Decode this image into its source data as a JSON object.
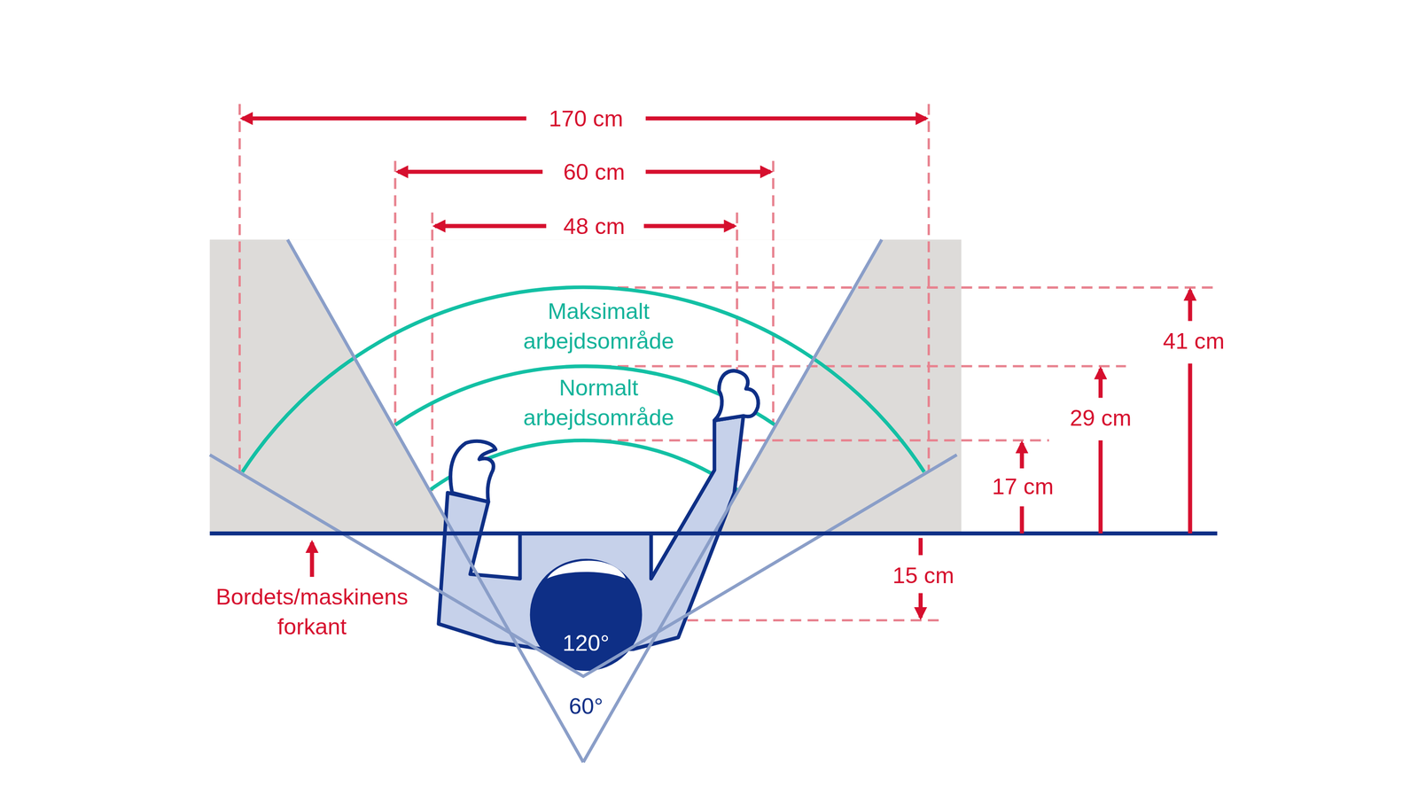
{
  "diagram": {
    "labels": [
      "170 cm",
      "60 cm",
      "48 cm",
      "Maksimalt arbejdsområde",
      "Normalt arbejdsområde",
      "41 cm",
      "29 cm",
      "17 cm",
      "15 cm",
      "Bordets/maskinens forkant",
      "120°",
      "60°"
    ]
  }
}
